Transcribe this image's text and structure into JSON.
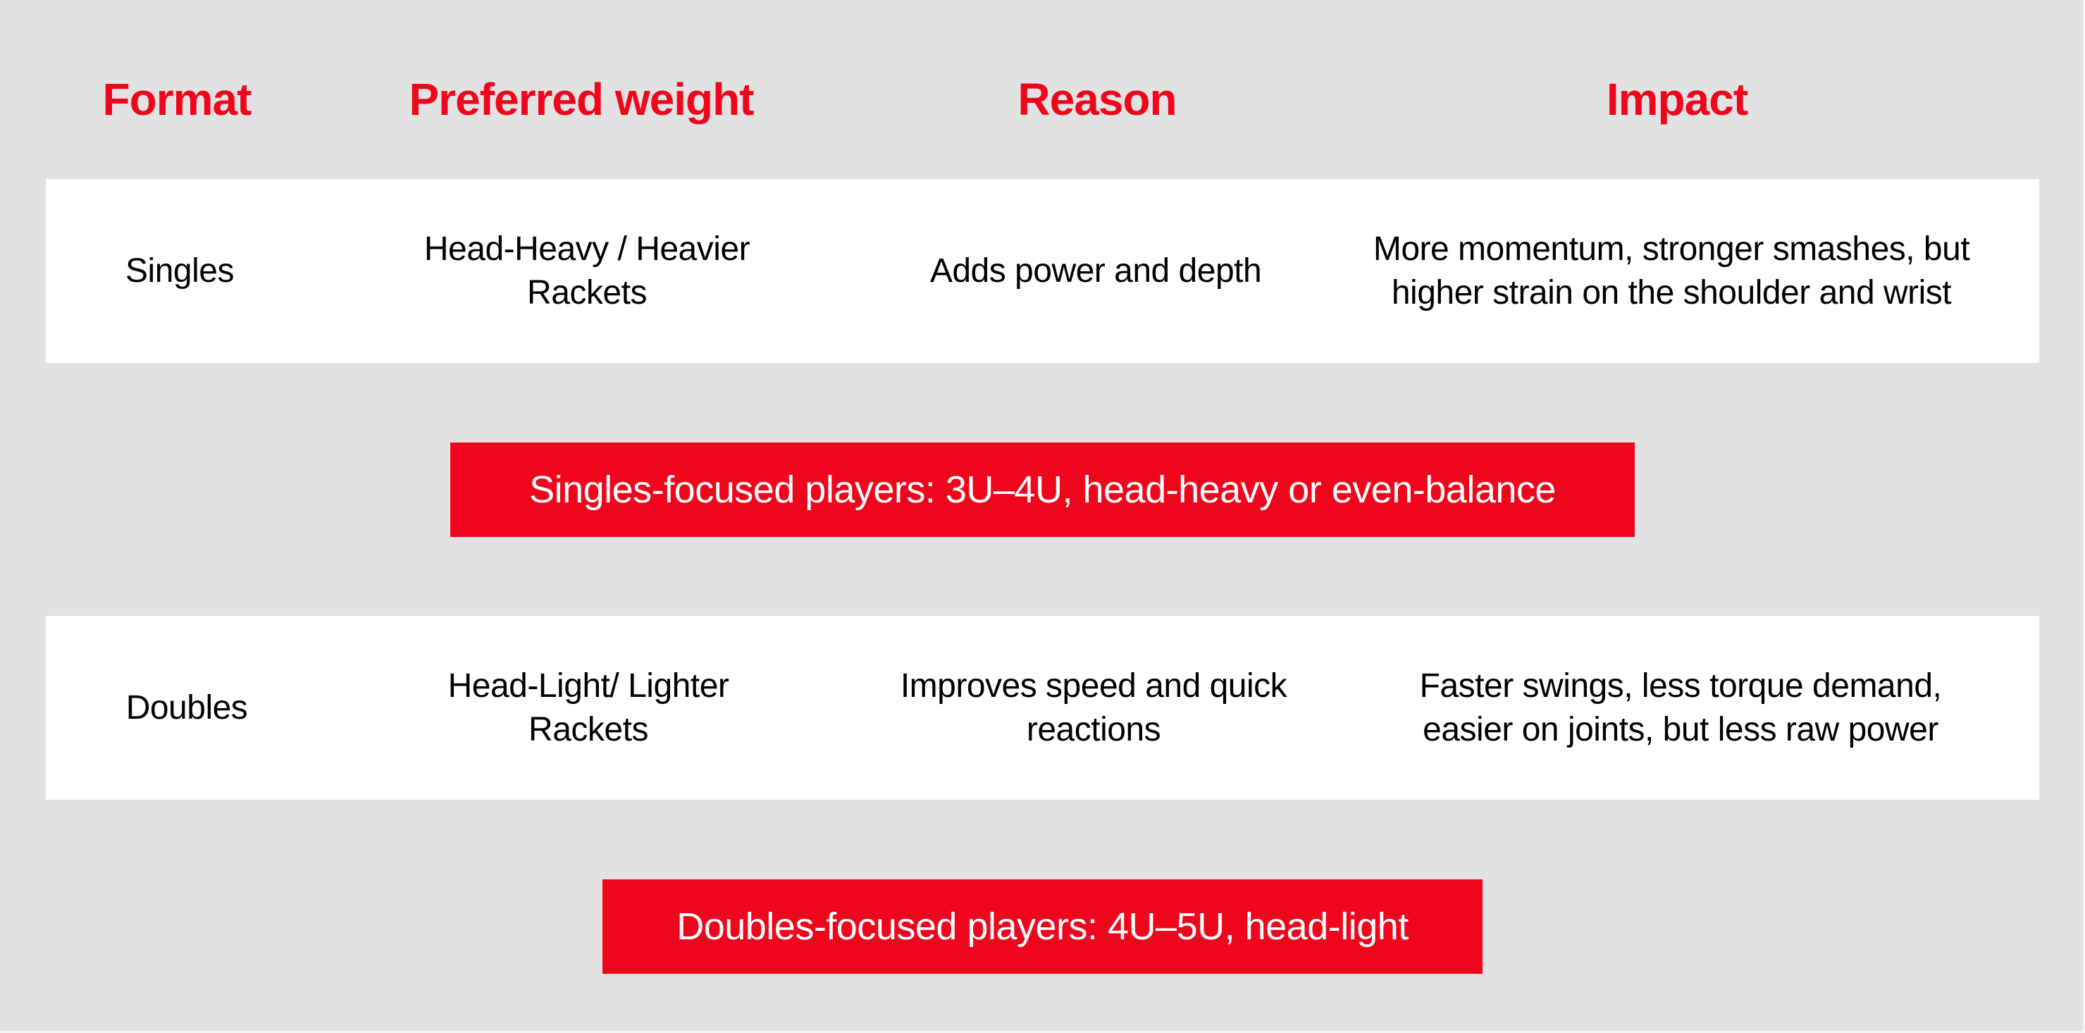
{
  "colors": {
    "background": "#e2e2e2",
    "accent_red": "#f0061c",
    "row_background": "#ffffff",
    "body_text": "#000000",
    "banner_text": "#ffffff"
  },
  "table": {
    "headers": [
      "Format",
      "Preferred weight",
      "Reason",
      "Impact"
    ],
    "rows": [
      {
        "format": "Singles",
        "preferred_weight": "Head-Heavy / Heavier Rackets",
        "reason": "Adds power and depth",
        "impact": "More momentum, stronger smashes, but higher strain on the shoulder and wrist"
      },
      {
        "format": "Doubles",
        "preferred_weight": "Head-Light/ Lighter Rackets",
        "reason": "Improves speed and quick reactions",
        "impact": "Faster swings, less torque demand, easier on joints, but less raw power"
      }
    ]
  },
  "banners": [
    {
      "text": "Singles-focused players: 3U–4U, head-heavy or even-balance"
    },
    {
      "text": "Doubles-focused players: 4U–5U, head-light"
    }
  ]
}
